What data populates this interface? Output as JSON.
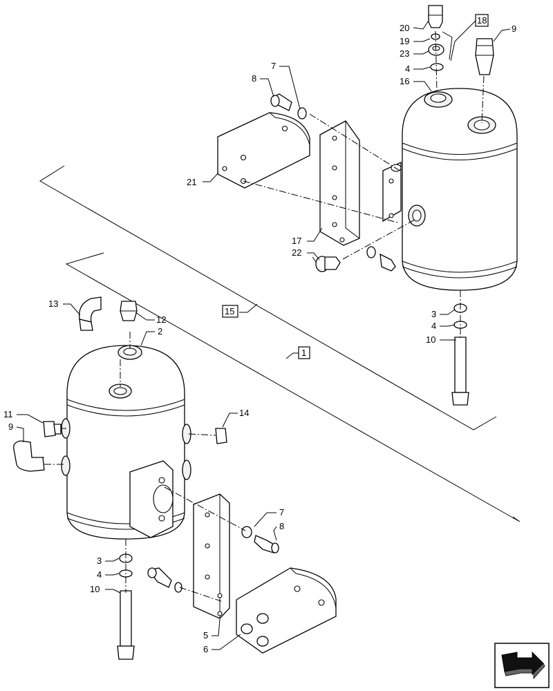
{
  "callouts": {
    "c20": "20",
    "c19": "19",
    "c23": "23",
    "c4a": "4",
    "c16": "16",
    "c18": "18",
    "c9a": "9",
    "c7a": "7",
    "c8a": "8",
    "c21": "21",
    "c17": "17",
    "c22": "22",
    "c3a": "3",
    "c4b": "4",
    "c10a": "10",
    "c15": "15",
    "c1": "1",
    "c13": "13",
    "c12": "12",
    "c2": "2",
    "c11": "11",
    "c9b": "9",
    "c14": "14",
    "c7b": "7",
    "c8b": "8",
    "c3b": "3",
    "c4c": "4",
    "c10b": "10",
    "c5": "5",
    "c6": "6"
  },
  "icons": {
    "nav": "next-page-arrow-icon"
  }
}
